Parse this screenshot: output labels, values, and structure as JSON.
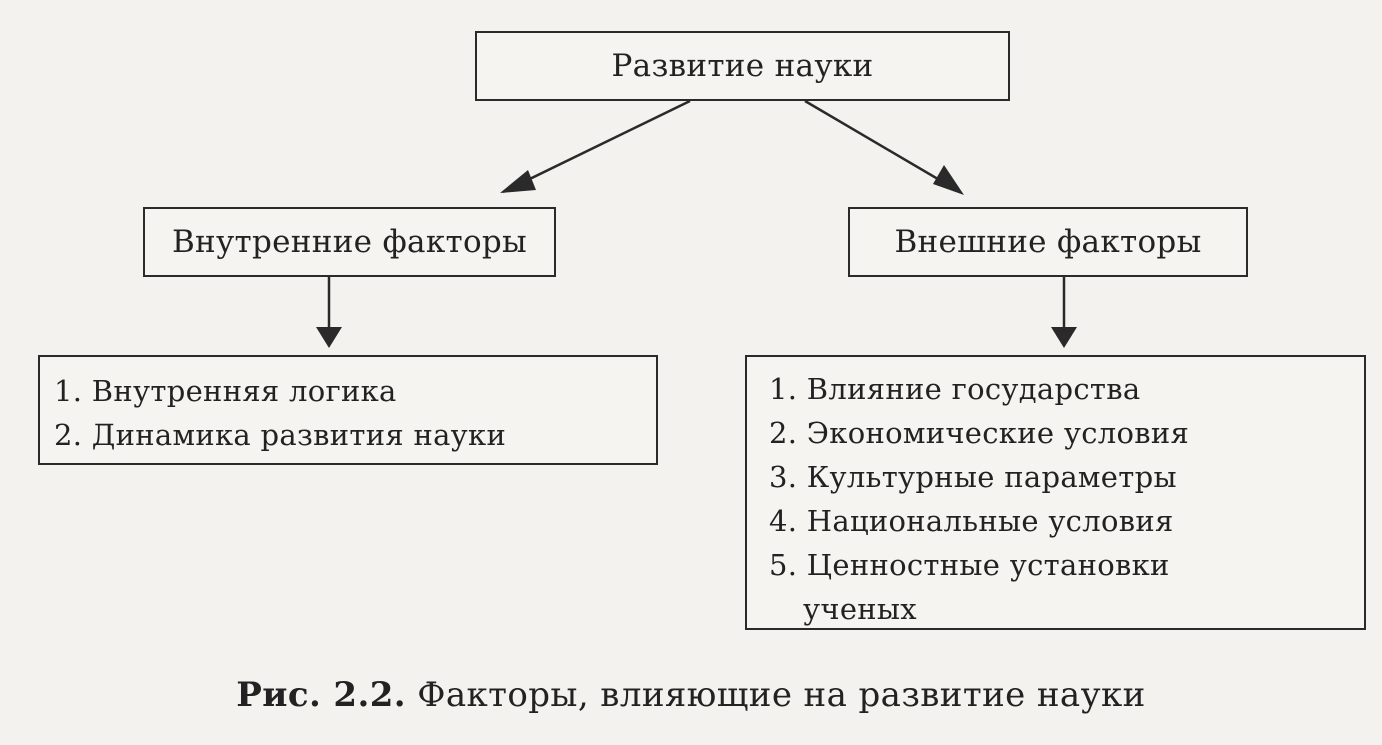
{
  "diagram": {
    "root": {
      "label": "Развитие науки"
    },
    "internal": {
      "label": "Внутренние факторы",
      "items": [
        "1. Внутренняя логика",
        "2. Динамика развития науки"
      ]
    },
    "external": {
      "label": "Внешние факторы",
      "items": [
        "1. Влияние государства",
        "2. Экономические условия",
        "3. Культурные параметры",
        "4. Национальные условия",
        "5. Ценностные установки"
      ],
      "item5_continuation": "ученых"
    }
  },
  "caption": {
    "figure_number": "Рис. 2.2.",
    "text": "Факторы, влияющие на развитие науки"
  }
}
